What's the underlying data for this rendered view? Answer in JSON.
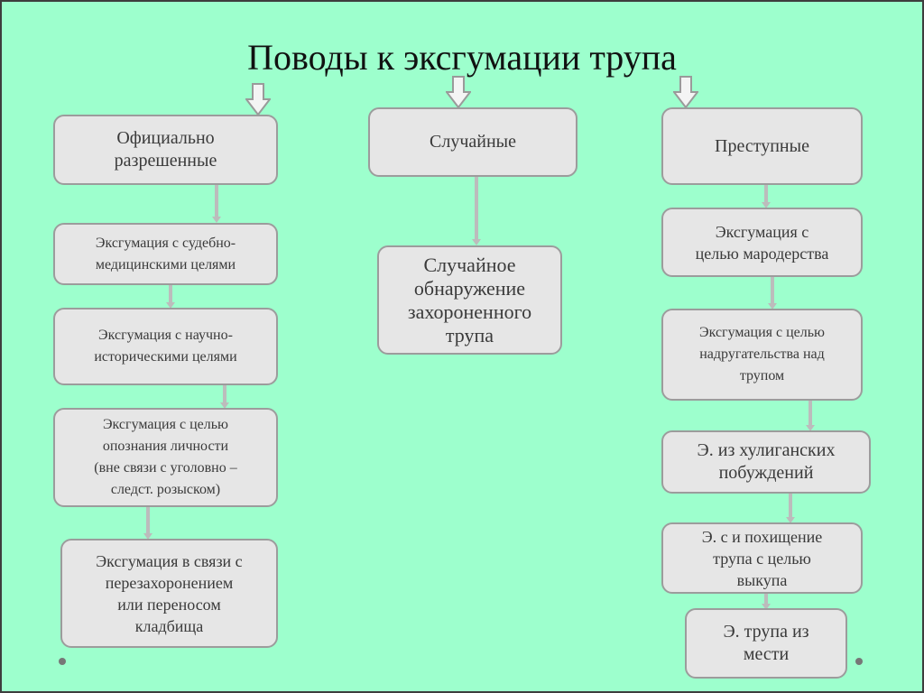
{
  "title": "Поводы к эксгумации трупа",
  "columns": {
    "official": {
      "header": "Официально\nразрешенные",
      "items": [
        "Эксгумация с судебно-\nмедицинскими целями",
        "Эксгумация с научно-\nисторическими целями",
        "Эксгумация с целью\nопознания личности\n(вне связи с уголовно –\nследст.  розыском)",
        "Эксгумация в связи с\nперезахоронением\nили переносом\nкладбища"
      ]
    },
    "accidental": {
      "header": "Случайные",
      "items": [
        "Случайное\nобнаружение\nзахороненного\nтрупа"
      ]
    },
    "criminal": {
      "header": "Преступные",
      "items": [
        "Эксгумация с\nцелью мародерства",
        "Эксгумация с целью\nнадругательства над\nтрупом",
        "Э. из хулиганских\nпобуждений",
        "Э. с и похищение\nтрупа с целью\nвыкупа",
        "Э. трупа из\nмести"
      ]
    }
  },
  "colors": {
    "background": "#9dffcd",
    "box_fill": "#e6e6e6",
    "box_border": "#9c9c9c",
    "connector": "#bcbcbc"
  }
}
